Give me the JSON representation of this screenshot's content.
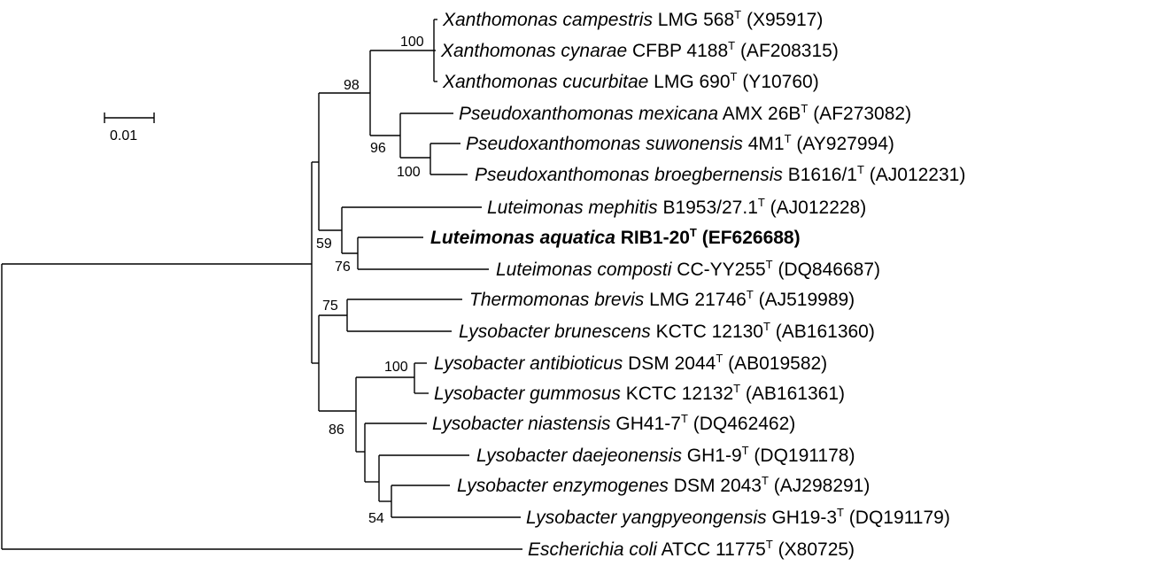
{
  "tree": {
    "scale_bar": {
      "label": "0.01"
    },
    "taxa": [
      {
        "id": "x-campestris",
        "genus": "Xanthomonas",
        "species": "campestris",
        "strain": "LMG 568",
        "type_mark": "T",
        "accession": "(X95917)",
        "bold": false
      },
      {
        "id": "x-cynarae",
        "genus": "Xanthomonas",
        "species": "cynarae",
        "strain": "CFBP 4188",
        "type_mark": "T",
        "accession": "(AF208315)",
        "bold": false
      },
      {
        "id": "x-cucurbitae",
        "genus": "Xanthomonas",
        "species": "cucurbitae",
        "strain": "LMG 690",
        "type_mark": "T",
        "accession": "(Y10760)",
        "bold": false
      },
      {
        "id": "p-mexicana",
        "genus": "Pseudoxanthomonas",
        "species": "mexicana",
        "strain": "AMX 26B",
        "type_mark": "T",
        "accession": "(AF273082)",
        "bold": false
      },
      {
        "id": "p-suwonensis",
        "genus": "Pseudoxanthomonas",
        "species": "suwonensis",
        "strain": "4M1",
        "type_mark": "T",
        "accession": "(AY927994)",
        "bold": false
      },
      {
        "id": "p-broegbernensis",
        "genus": "Pseudoxanthomonas",
        "species": "broegbernensis",
        "strain": "B1616/1",
        "type_mark": "T",
        "accession": "(AJ012231)",
        "bold": false
      },
      {
        "id": "l-mephitis",
        "genus": "Luteimonas",
        "species": "mephitis",
        "strain": "B1953/27.1",
        "type_mark": "T",
        "accession": "(AJ012228)",
        "bold": false
      },
      {
        "id": "l-aquatica",
        "genus": "Luteimonas",
        "species": "aquatica",
        "strain": "RIB1-20",
        "type_mark": "T",
        "accession": "(EF626688)",
        "bold": true
      },
      {
        "id": "l-composti",
        "genus": "Luteimonas",
        "species": "composti",
        "strain": "CC-YY255",
        "type_mark": "T",
        "accession": "(DQ846687)",
        "bold": false
      },
      {
        "id": "t-brevis",
        "genus": "Thermomonas",
        "species": "brevis",
        "strain": "LMG 21746",
        "type_mark": "T",
        "accession": "(AJ519989)",
        "bold": false
      },
      {
        "id": "ly-brunescens",
        "genus": "Lysobacter",
        "species": "brunescens",
        "strain": "KCTC 12130",
        "type_mark": "T",
        "accession": "(AB161360)",
        "bold": false
      },
      {
        "id": "ly-antibioticus",
        "genus": "Lysobacter",
        "species": "antibioticus",
        "strain": "DSM 2044",
        "type_mark": "T",
        "accession": "(AB019582)",
        "bold": false
      },
      {
        "id": "ly-gummosus",
        "genus": "Lysobacter",
        "species": "gummosus",
        "strain": "KCTC 12132",
        "type_mark": "T",
        "accession": "(AB161361)",
        "bold": false
      },
      {
        "id": "ly-niastensis",
        "genus": "Lysobacter",
        "species": "niastensis",
        "strain": "GH41-7",
        "type_mark": "T",
        "accession": "(DQ462462)",
        "bold": false
      },
      {
        "id": "ly-daejeonensis",
        "genus": "Lysobacter",
        "species": "daejeonensis",
        "strain": "GH1-9",
        "type_mark": "T",
        "accession": "(DQ191178)",
        "bold": false
      },
      {
        "id": "ly-enzymogenes",
        "genus": "Lysobacter",
        "species": "enzymogenes",
        "strain": "DSM 2043",
        "type_mark": "T",
        "accession": "(AJ298291)",
        "bold": false
      },
      {
        "id": "ly-yangpyeongensis",
        "genus": "Lysobacter",
        "species": "yangpyeongensis",
        "strain": "GH19-3",
        "type_mark": "T",
        "accession": "(DQ191179)",
        "bold": false
      },
      {
        "id": "e-coli",
        "genus": "Escherichia",
        "species": "coli",
        "strain": "ATCC 11775",
        "type_mark": "T",
        "accession": "(X80725)",
        "bold": false
      }
    ],
    "bootstrap": {
      "xanthomonas": "100",
      "xantho_pseudo": "98",
      "pseudo": "96",
      "pseudo_inner": "100",
      "luteimonas": "59",
      "luteimonas_inner": "76",
      "thermo_brunescens": "75",
      "antib_gummosus": "100",
      "lysobacter": "86",
      "enzy_yang": "54"
    }
  }
}
